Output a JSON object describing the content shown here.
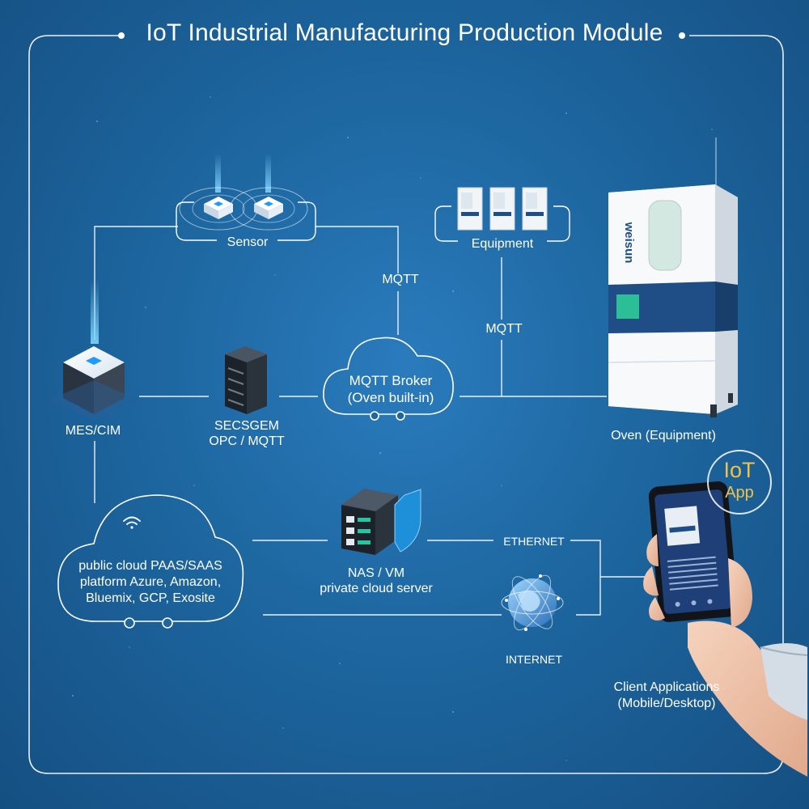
{
  "title": "IoT Industrial Manufacturing Production Module",
  "nodes": {
    "sensor": "Sensor",
    "equipment": "Equipment",
    "mes": "MES/CIM",
    "secsgem_line1": "SECSGEM",
    "secsgem_line2": "OPC / MQTT",
    "broker_line1": "MQTT Broker",
    "broker_line2": "(Oven built-in)",
    "oven": "Oven (Equipment)",
    "cloud_line1": "public cloud PAAS/SAAS",
    "cloud_line2": "platform Azure, Amazon,",
    "cloud_line3": "Bluemix, GCP, Exosite",
    "nas_line1": "NAS / VM",
    "nas_line2": "private cloud server",
    "internet": "INTERNET",
    "client_line1": "Client Applications",
    "client_line2": "(Mobile/Desktop)"
  },
  "edges": {
    "mqtt_sensor": "MQTT",
    "mqtt_equipment": "MQTT",
    "ethernet": "ETHERNET"
  },
  "badge": {
    "line1": "IoT",
    "line2": "App"
  },
  "oven_brand": "weisun",
  "colors": {
    "background": "#1d669f",
    "line": "#ffffff",
    "accent_blue": "#1f4e86",
    "badge_gold": "#f1c248"
  }
}
